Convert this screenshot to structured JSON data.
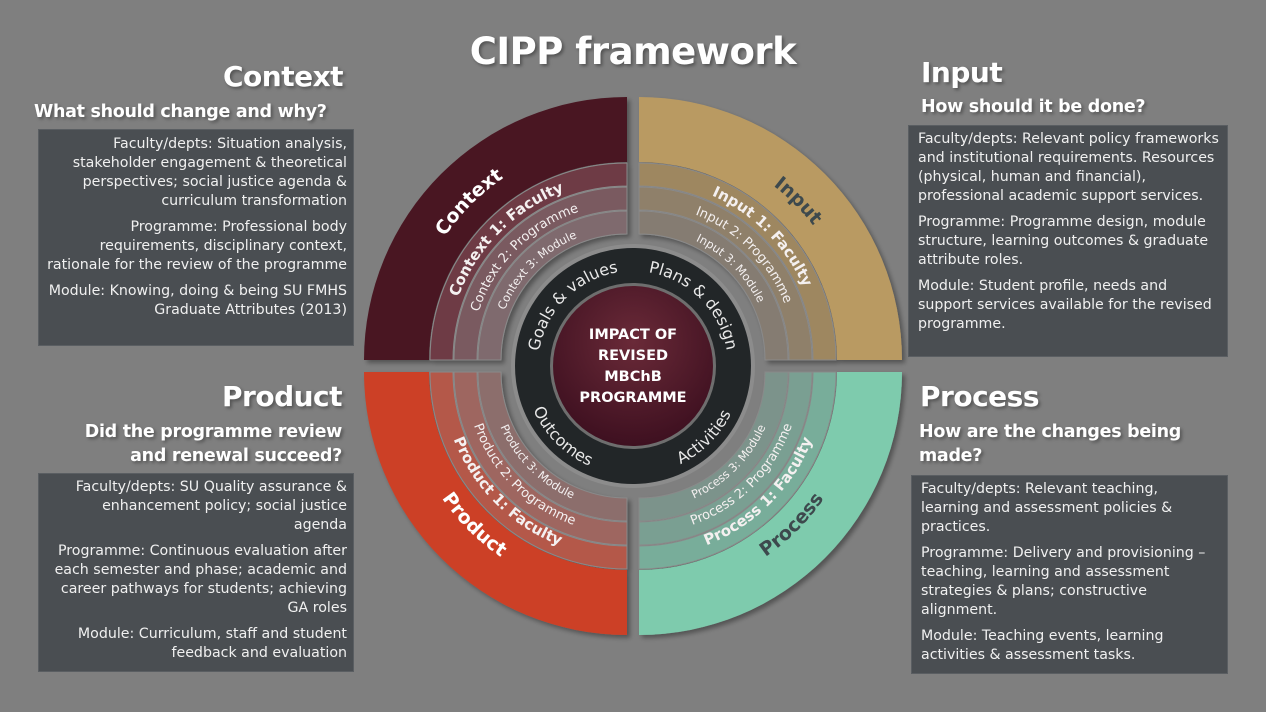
{
  "title": "CIPP framework",
  "center": {
    "lines": [
      "IMPACT OF",
      "REVISED",
      "MBChB",
      "PROGRAMME"
    ],
    "ring_labels": {
      "top_left": "Goals & values",
      "top_right": "Plans & design",
      "bottom_left": "Outcomes",
      "bottom_right": "Activities"
    }
  },
  "quadrants": {
    "context": {
      "heading": "Context",
      "question": "What should change and why?",
      "arc_label": "Context",
      "levels": [
        "Context 1: Faculty",
        "Context 2: Programme",
        "Context 3: Module"
      ],
      "color": "#4a1621",
      "level_colors": [
        "#6e3a45",
        "#7a5a60",
        "#7f6a6e"
      ],
      "details": [
        "Faculty/depts: Situation analysis, stakeholder engagement & theoretical perspectives; social justice agenda & curriculum transformation",
        "Programme: Professional body requirements, disciplinary context, rationale for the review of the programme",
        "Module: Knowing, doing & being SU FMHS Graduate Attributes (2013)"
      ]
    },
    "input": {
      "heading": "Input",
      "question": "How should it be done?",
      "arc_label": "Input",
      "levels": [
        "Input 1: Faculty",
        "Input 2: Programme",
        "Input 3: Module"
      ],
      "color": "#b99a62",
      "level_colors": [
        "#9e8760",
        "#8f806a",
        "#857c72"
      ],
      "details": [
        "Faculty/depts: Relevant policy frameworks and institutional requirements. Resources (physical, human and financial), professional academic support services.",
        "Programme: Programme design, module structure, learning outcomes & graduate attribute roles.",
        "Module: Student profile, needs and support services available for the revised programme."
      ]
    },
    "product": {
      "heading": "Product",
      "question": "Did the programme review and renewal succeed?",
      "arc_label": "Product",
      "levels": [
        "Product 1: Faculty",
        "Product 2: Programme",
        "Product 3: Module"
      ],
      "color": "#cc4027",
      "level_colors": [
        "#b4584a",
        "#9e6660",
        "#8c6e6c"
      ],
      "details": [
        "Faculty/depts: SU Quality assurance & enhancement policy; social justice agenda",
        "Programme: Continuous evaluation after each semester and phase; academic and career pathways for students; achieving GA roles",
        "Module: Curriculum, staff and student feedback and evaluation"
      ]
    },
    "process": {
      "heading": "Process",
      "question": "How are the changes being made?",
      "arc_label": "Process",
      "levels": [
        "Process 1: Faculty",
        "Process 2: Programme",
        "Process 3: Module"
      ],
      "color": "#7ecbad",
      "level_colors": [
        "#78ad9a",
        "#7a9f92",
        "#7b938b"
      ],
      "details": [
        "Faculty/depts: Relevant teaching, learning and assessment policies & practices.",
        "Programme: Delivery and provisioning – teaching, learning and assessment strategies & plans; constructive alignment.",
        "Module: Teaching events, learning activities & assessment tasks."
      ]
    }
  }
}
